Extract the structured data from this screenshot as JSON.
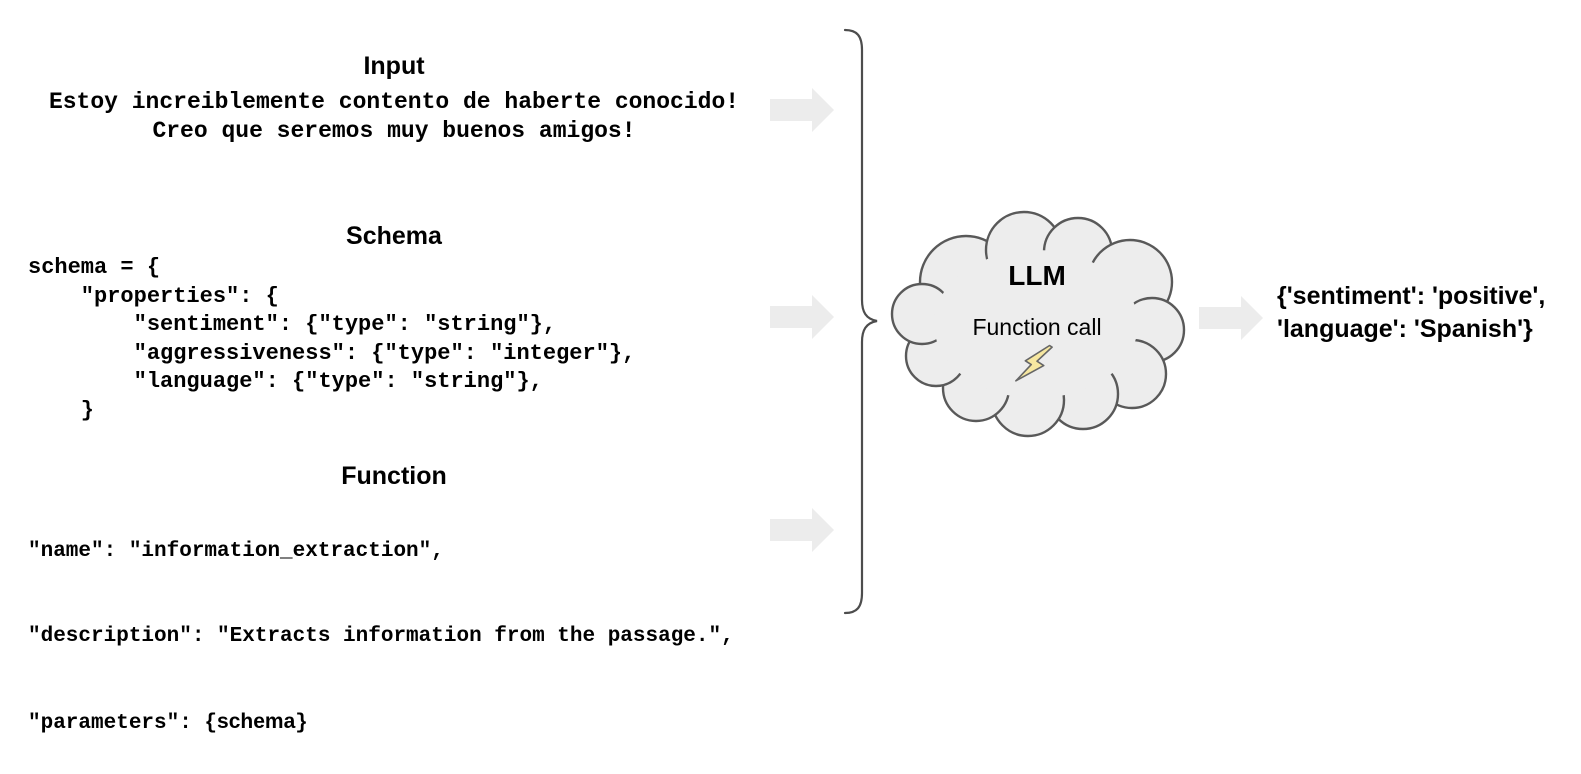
{
  "sections": {
    "input": {
      "title": "Input",
      "text": "Estoy increiblemente contento de haberte conocido!\nCreo que seremos muy buenos amigos!"
    },
    "schema": {
      "title": "Schema",
      "code": "schema = {\n    \"properties\": {\n        \"sentiment\": {\"type\": \"string\"},\n        \"aggressiveness\": {\"type\": \"integer\"},\n        \"language\": {\"type\": \"string\"},\n    }"
    },
    "function": {
      "title": "Function",
      "lines": [
        "\"name\": \"information_extraction\",",
        "\"description\": \"Extracts information from the passage.\","
      ],
      "parameters_line": {
        "prefix": "\"parameters\": {",
        "variable": "schema",
        "suffix": "}"
      }
    }
  },
  "llm": {
    "label": "LLM",
    "sublabel": "Function call",
    "icon": "lightning-bolt"
  },
  "output": {
    "text": "{'sentiment': 'positive',\n'language': 'Spanish'}"
  },
  "icons": {
    "arrows": [
      "input-to-llm-arrow",
      "schema-to-llm-arrow",
      "function-to-llm-arrow",
      "llm-to-output-arrow"
    ],
    "grouping": "curly-brace",
    "llm_container": "cloud"
  },
  "colors": {
    "arrow_fill": "#ececec",
    "cloud_fill": "#ededed",
    "cloud_stroke": "#595959",
    "bolt_fill": "#f6e7a0",
    "bolt_stroke": "#666666",
    "brace_stroke": "#4d4d4d",
    "ink": "#000000"
  }
}
